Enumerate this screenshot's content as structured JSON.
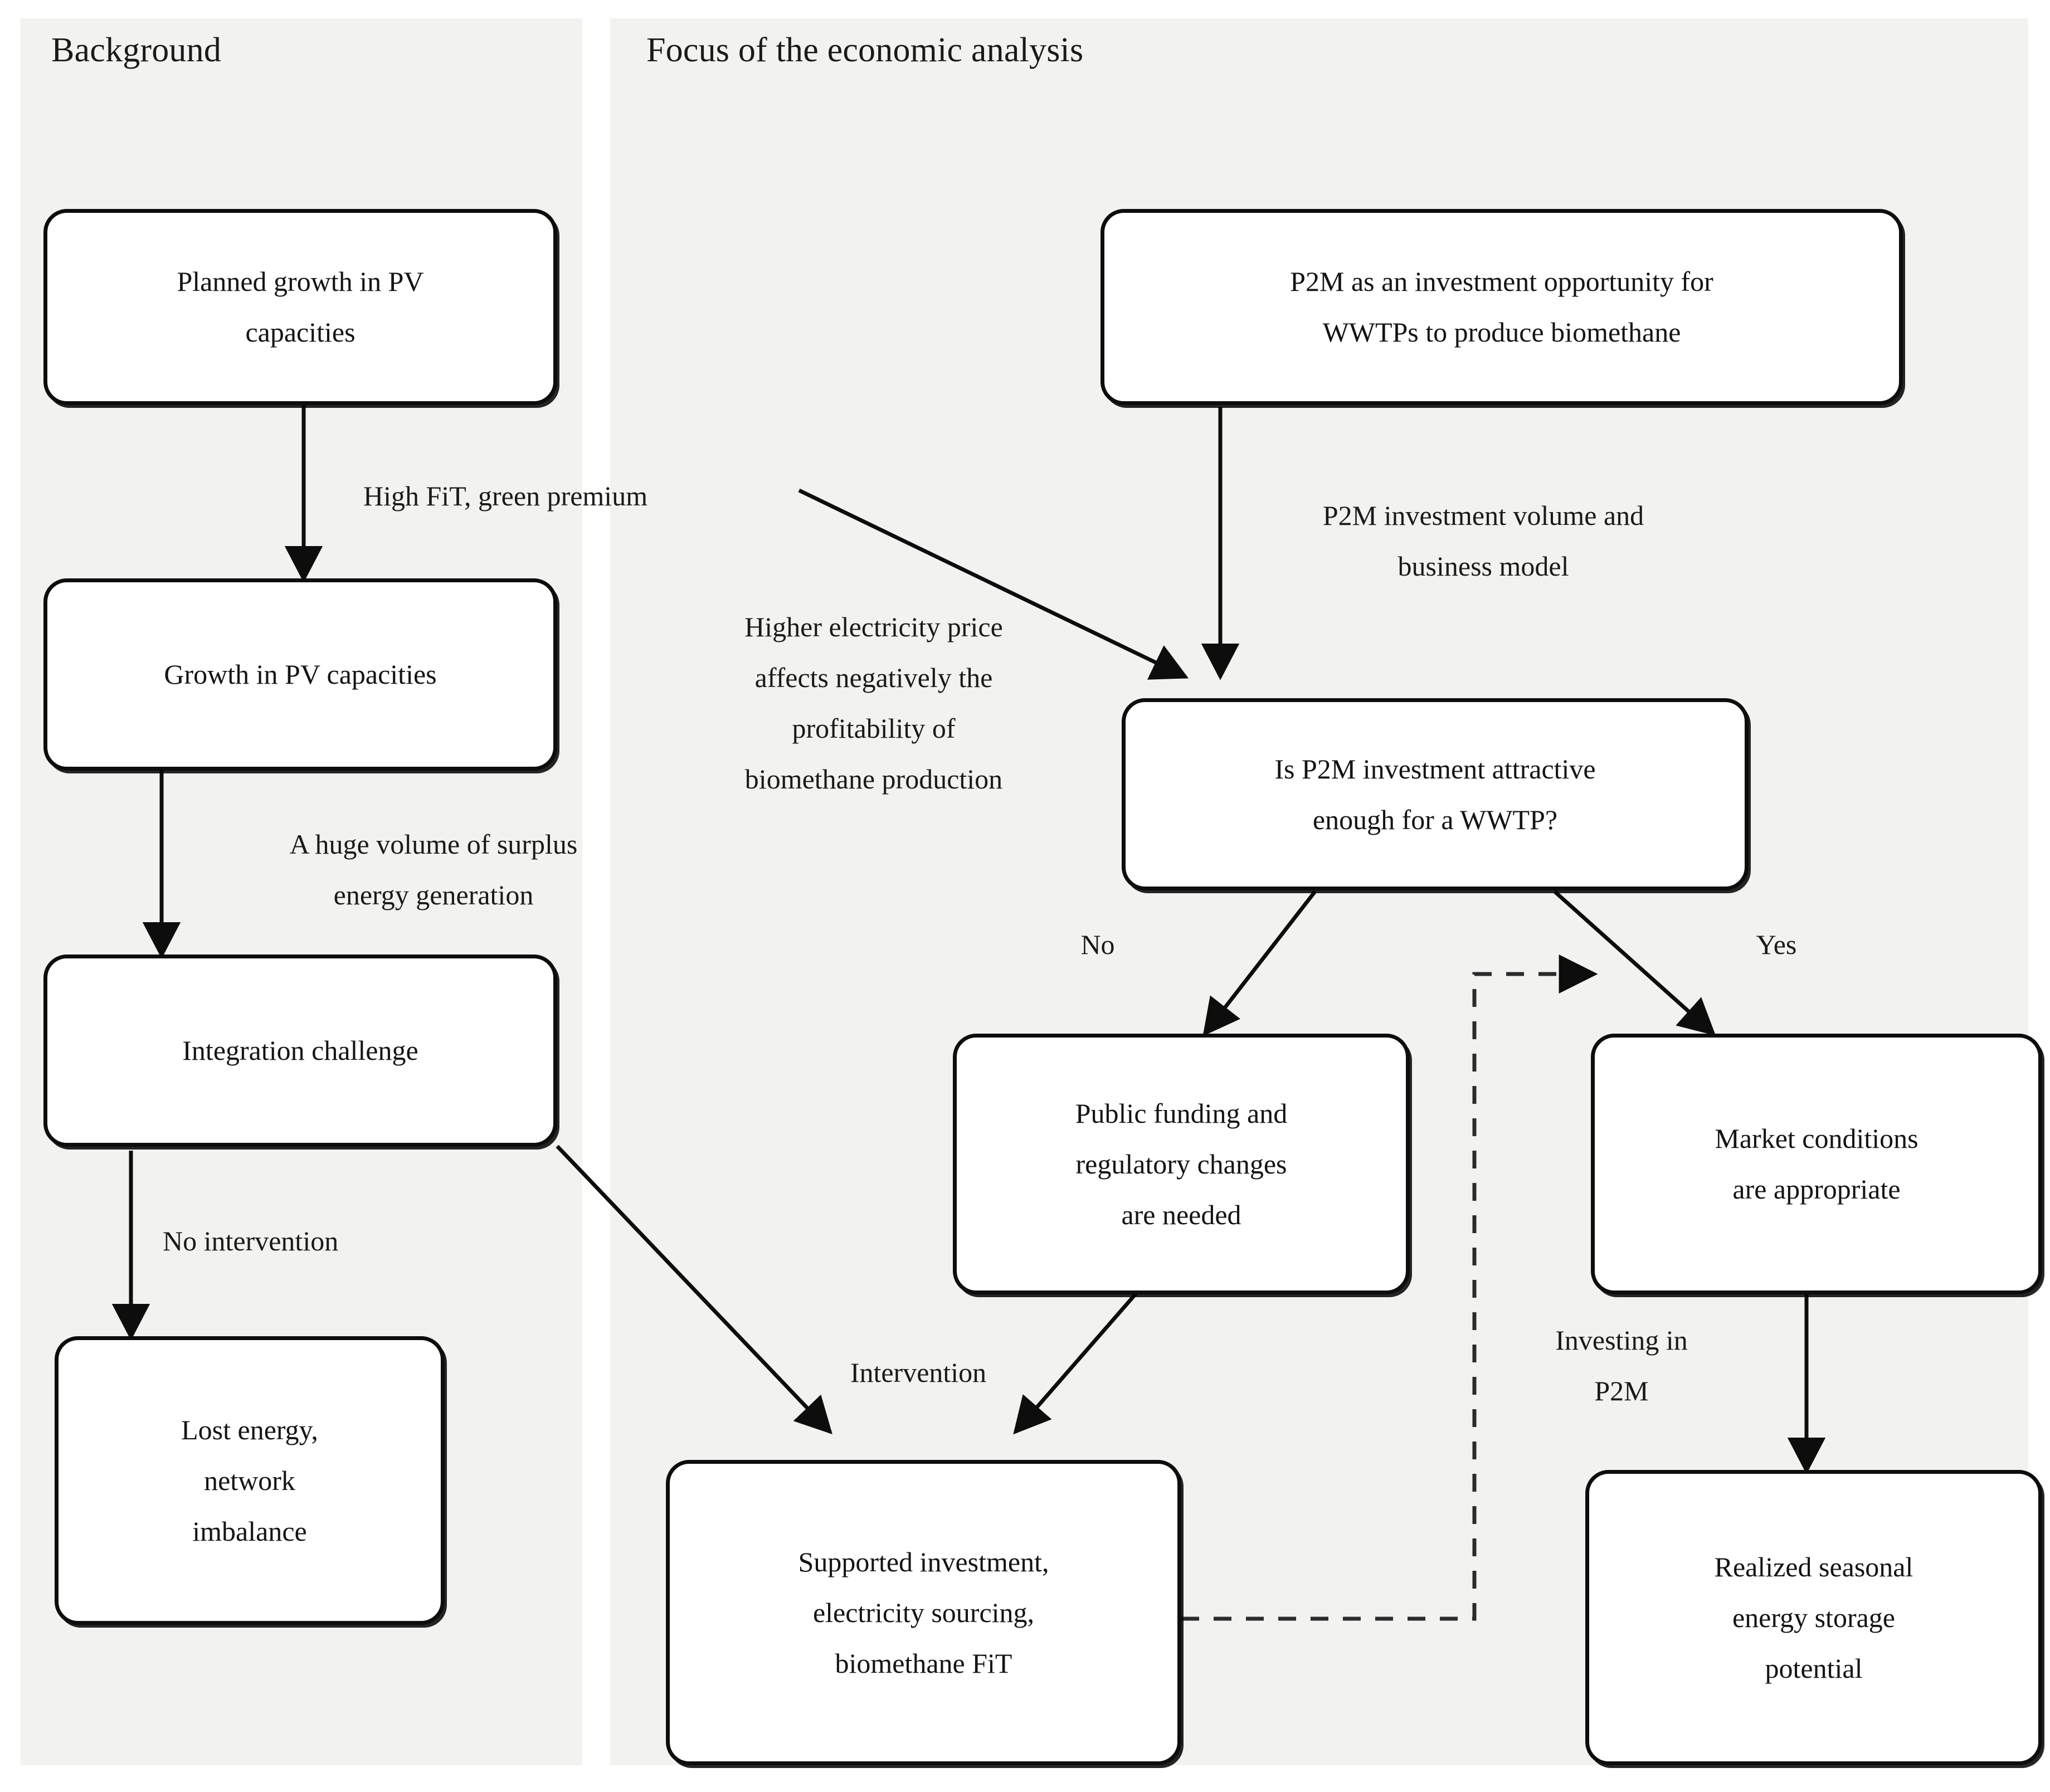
{
  "diagram": {
    "title_left": "Background",
    "title_right": "Focus of the economic analysis",
    "panel_bg": "#f2f2f0",
    "node_border": "#0d0d0d",
    "node_fill": "#ffffff",
    "text_color": "#141414"
  },
  "nodes": {
    "planned_growth": "Planned growth in PV\ncapacities",
    "growth_pv": "Growth in PV capacities",
    "integration_challenge": "Integration challenge",
    "lost_energy": "Lost energy,\nnetwork\nimbalance",
    "p2m_opportunity": "P2M as an investment opportunity for\nWWTPs to produce biomethane",
    "is_p2m_attractive": "Is P2M investment attractive\nenough for a WWTP?",
    "public_funding": "Public funding and\nregulatory changes\nare needed",
    "market_conditions": "Market conditions\nare appropriate",
    "supported_investment": "Supported investment,\nelectricity sourcing,\nbiomethane FiT",
    "realized_storage": "Realized seasonal\nenergy storage\npotential"
  },
  "edge_labels": {
    "high_fit": "High FiT, green premium",
    "surplus_volume": "A huge volume of surplus\nenergy generation",
    "no_intervention": "No intervention",
    "higher_price": "Higher electricity price\naffects negatively the\nprofitability of\nbiomethane production",
    "investment_volume": "P2M investment volume and\nbusiness model",
    "branch_no": "No",
    "branch_yes": "Yes",
    "intervention": "Intervention",
    "investing_in_p2m": "Investing in\nP2M"
  },
  "chart_data": {
    "type": "diagram",
    "title": "Economic analysis flowchart: PV surplus to P2M biomethane",
    "panels": [
      {
        "name": "Background",
        "node_ids": [
          "planned_growth",
          "growth_pv",
          "integration_challenge",
          "lost_energy"
        ]
      },
      {
        "name": "Focus of the economic analysis",
        "node_ids": [
          "p2m_opportunity",
          "is_p2m_attractive",
          "public_funding",
          "market_conditions",
          "supported_investment",
          "realized_storage"
        ]
      }
    ],
    "edges": [
      {
        "from": "planned_growth",
        "to": "growth_pv",
        "label": "",
        "style": "solid"
      },
      {
        "from": "growth_pv",
        "to": "integration_challenge",
        "label": "A huge volume of surplus energy generation",
        "style": "solid"
      },
      {
        "from": "integration_challenge",
        "to": "lost_energy",
        "label": "No intervention",
        "style": "solid"
      },
      {
        "from": "integration_challenge",
        "to": "supported_investment",
        "label": "Intervention",
        "style": "solid"
      },
      {
        "from": "growth_pv",
        "to": "is_p2m_attractive",
        "label": "High FiT, green premium / Higher electricity price affects negatively the profitability of biomethane production",
        "style": "solid"
      },
      {
        "from": "p2m_opportunity",
        "to": "is_p2m_attractive",
        "label": "P2M investment volume and business model",
        "style": "solid"
      },
      {
        "from": "is_p2m_attractive",
        "to": "public_funding",
        "label": "No",
        "style": "solid"
      },
      {
        "from": "is_p2m_attractive",
        "to": "market_conditions",
        "label": "Yes",
        "style": "solid"
      },
      {
        "from": "public_funding",
        "to": "supported_investment",
        "label": "Intervention",
        "style": "solid"
      },
      {
        "from": "market_conditions",
        "to": "realized_storage",
        "label": "Investing in P2M",
        "style": "solid"
      },
      {
        "from": "supported_investment",
        "to": "market_conditions",
        "label": "",
        "style": "dashed"
      }
    ]
  }
}
